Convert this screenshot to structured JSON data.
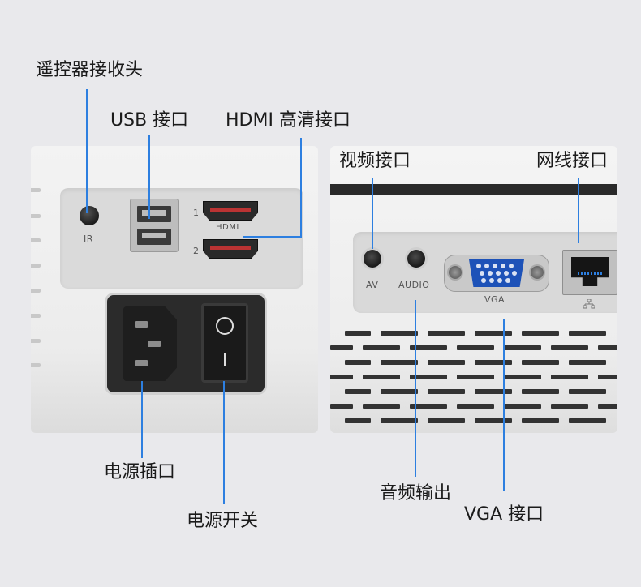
{
  "callouts": {
    "ir_receiver": "遥控器接收头",
    "usb": "USB 接口",
    "hdmi": "HDMI 高清接口",
    "video": "视频接口",
    "lan": "网线接口",
    "power_socket": "电源插口",
    "power_switch": "电源开关",
    "audio_out": "音频输出",
    "vga": "VGA 接口"
  },
  "panel_labels": {
    "ir": "IR",
    "hdmi": "HDMI",
    "hdmi_1": "1",
    "hdmi_2": "2",
    "av": "AV",
    "audio": "AUDIO",
    "vga": "VGA",
    "switch_on": "I",
    "switch_off": "O",
    "lan_icon": "network-icon"
  },
  "colors": {
    "callout_line": "#2d7fe0",
    "background": "#e9e9ec",
    "vga_port": "#1d52b8",
    "lan_led": "#2d7fe0"
  }
}
